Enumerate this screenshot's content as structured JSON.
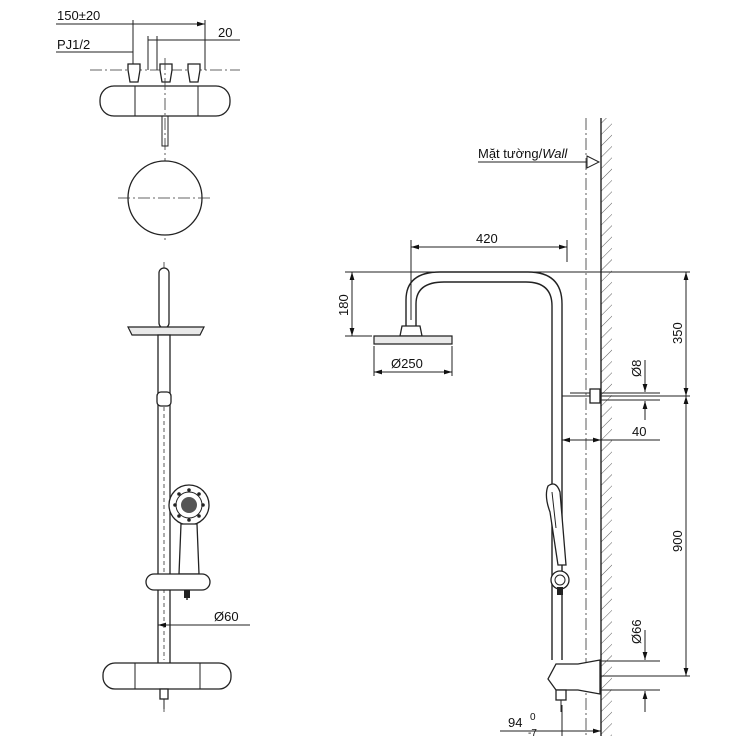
{
  "labels": {
    "dim_150": "150±20",
    "dim_pj": "PJ1/2",
    "dim_20": "20",
    "dim_60": "Ø60",
    "dim_420": "420",
    "dim_180": "180",
    "dim_250": "Ø250",
    "dim_350": "350",
    "dim_8": "Ø8",
    "dim_40": "40",
    "dim_900": "900",
    "dim_66": "Ø66",
    "dim_94": "94",
    "dim_94_upper": "0",
    "dim_94_lower": "-7",
    "wall_label_vi": "Mặt tường/",
    "wall_label_en": "Wall"
  },
  "colors": {
    "line": "#222222",
    "background": "#ffffff"
  }
}
